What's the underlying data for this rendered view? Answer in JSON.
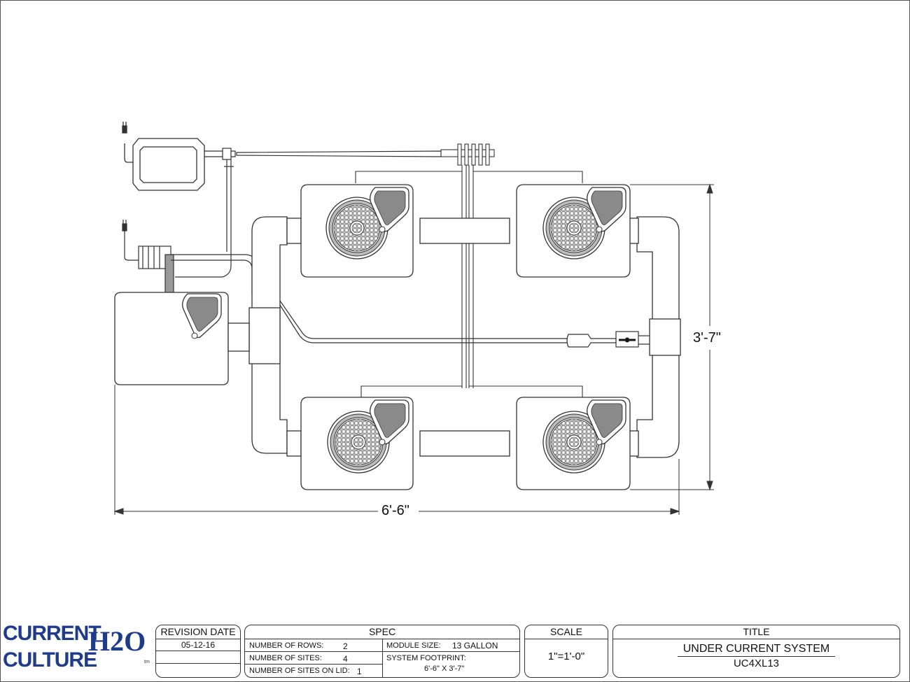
{
  "drawing": {
    "dimension_width": "6'-6\"",
    "dimension_height": "3'-7\""
  },
  "logo": {
    "line1": "CURRENT",
    "line2": "CULTURE",
    "mark": "H2O",
    "tm": "tm",
    "colors": {
      "primary": "#1f3c8c",
      "globe": "#2f9a4a"
    }
  },
  "revision": {
    "header": "REVISION DATE",
    "date": "05-12-16"
  },
  "spec": {
    "header": "SPEC",
    "rows_label": "NUMBER OF ROWS:",
    "rows_value": "2",
    "sites_label": "NUMBER OF SITES:",
    "sites_value": "4",
    "lid_label": "NUMBER OF SITES ON LID:",
    "lid_value": "1",
    "module_label": "MODULE SIZE:",
    "module_value": "13 GALLON",
    "footprint_label": "SYSTEM FOOTPRINT:",
    "footprint_value": "6'-6\" X 3'-7\""
  },
  "scale": {
    "header": "SCALE",
    "value": "1\"=1'-0\""
  },
  "title": {
    "header": "TITLE",
    "name": "UNDER CURRENT SYSTEM",
    "model": "UC4XL13"
  }
}
